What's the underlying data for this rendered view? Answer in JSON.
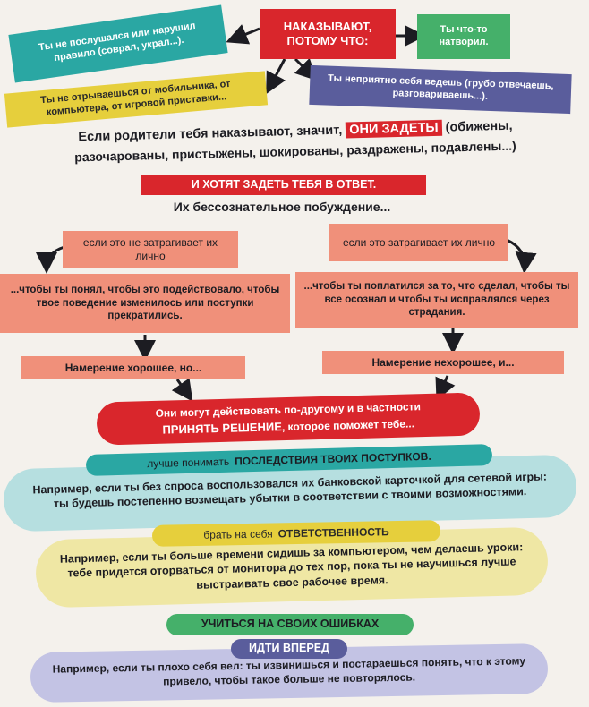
{
  "top": {
    "center": "НАКАЗЫВАЮТ, ПОТОМУ ЧТО:",
    "left_teal": "Ты не послушался или нарушил правило (соврал, украл...).",
    "right_green": "Ты что-то натворил.",
    "left_yellow": "Ты не отрываешься от мобильника, от компьютера, от игровой приставки...",
    "right_purple": "Ты неприятно себя ведешь (грубо отвечаешь, разговариваешь...)."
  },
  "intro": {
    "line1_before": "Если родители тебя наказывают, значит,",
    "line1_highlight": "ОНИ ЗАДЕТЫ",
    "line1_after": "(обижены,",
    "line2": "разочарованы, пристыжены, шокированы, раздражены, подавлены...)",
    "banner": "И ХОТЯТ ЗАДЕТЬ ТЕБЯ В ОТВЕТ.",
    "sub": "Их бессознательное побуждение..."
  },
  "branches": {
    "left_condition": "если это не затрагивает их лично",
    "right_condition": "если это затрагивает их лично",
    "left_goal": "...чтобы ты понял, чтобы это подействовало, чтобы твое поведение изменилось или поступки прекратились.",
    "right_goal": "...чтобы ты поплатился за то, что сделал, чтобы ты все осознал и чтобы ты исправлялся через страдания.",
    "left_intent": "Намерение хорошее, но...",
    "right_intent": "Намерение нехорошее, и..."
  },
  "decision": {
    "line1": "Они могут действовать по-другому и в частности",
    "line2_highlight": "ПРИНЯТЬ РЕШЕНИЕ",
    "line2_rest": ", которое поможет тебе..."
  },
  "items": [
    {
      "tag_lower": "лучше понимать",
      "tag_upper": "ПОСЛЕДСТВИЯ ТВОИХ ПОСТУПКОВ.",
      "text": "Например, если ты без спроса воспользовался их банковской карточкой для сетевой игры: ты будешь постепенно возмещать убытки в соответствии с твоими возможностями."
    },
    {
      "tag_lower": "брать на себя",
      "tag_upper": "ОТВЕТСТВЕННОСТЬ",
      "text": "Например, если ты больше времени сидишь за компьютером, чем делаешь уроки: тебе придется оторваться от монитора до тех пор, пока ты не научишься лучше выстраивать свое рабочее время."
    },
    {
      "tag_upper": "УЧИТЬСЯ НА СВОИХ ОШИБКАХ"
    },
    {
      "tag_upper": "ИДТИ ВПЕРЕД",
      "text": "Например, если ты плохо себя вел: ты извинишься и постараешься понять, что к этому привело, чтобы такое больше не повторялось."
    }
  ],
  "colors": {
    "teal": "#2aa7a3",
    "red": "#d9262c",
    "green": "#45b06a",
    "yellow": "#e6cf3c",
    "purple": "#5a5d9c",
    "salmon": "#f0907a",
    "light_teal": "#b6dfe0",
    "light_yellow": "#efe7a4",
    "light_purple": "#c3c3e4"
  }
}
